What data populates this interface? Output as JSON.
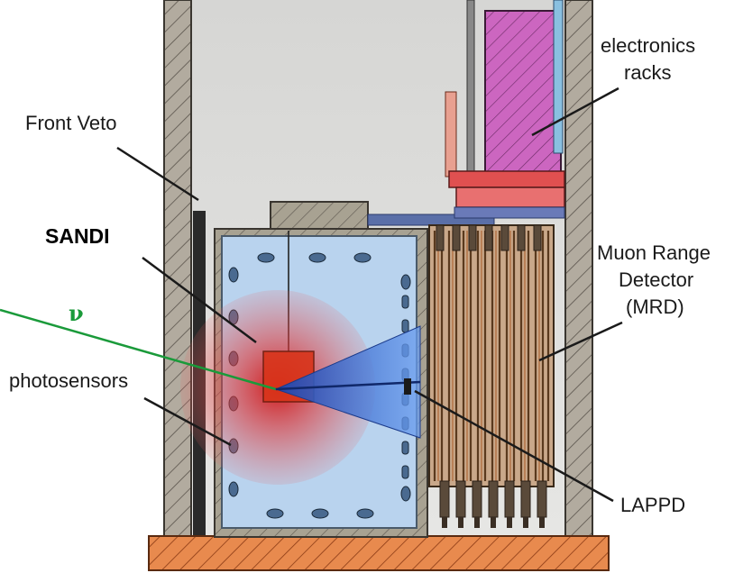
{
  "labels": {
    "electronics_line1": "electronics",
    "electronics_line2": "racks",
    "front_veto": "Front Veto",
    "sandi": "SANDI",
    "nu": "ν",
    "photosensors": "photosensors",
    "mrd_line1": "Muon Range",
    "mrd_line2": "Detector",
    "mrd_line3": "(MRD)",
    "lappd": "LAPPD"
  },
  "colors": {
    "tank_fill": "#b9d3ee",
    "tank_edge": "#4a5a6a",
    "hall_bg": "#dcdcda",
    "wall": "#b2ab9f",
    "floor": "#e88a4e",
    "glow": "#d01818",
    "cone": "#4a80e0",
    "neutrino_track": "#1a9a3a",
    "racks": "#cc66c0",
    "mrd": "#9a6a45"
  },
  "icons": {
    "pmt": "photosensor-oval",
    "hatch": "concrete-hatch-pattern"
  }
}
